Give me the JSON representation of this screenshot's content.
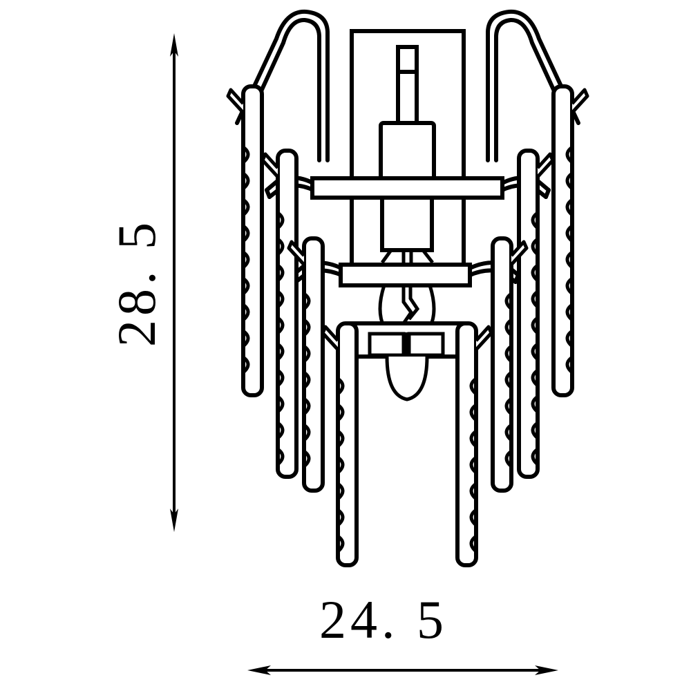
{
  "drawing": {
    "title": "Wall sconce dimensional line drawing",
    "subject": "tiered-crystal-wall-sconce",
    "stroke_color": "#000000",
    "fill_color": "#ffffff",
    "background_color": "#ffffff"
  },
  "dimensions": {
    "height": {
      "value": "28. 5",
      "orientation": "vertical",
      "arrow_name": "height-dimension-arrow"
    },
    "width": {
      "value": "24. 5",
      "orientation": "horizontal",
      "arrow_name": "width-dimension-arrow"
    }
  },
  "parts": {
    "backplate": "backplate-rectangle",
    "finial": "top-finial-stem",
    "socket": "socket-housing",
    "tier1": "upper-tier-shelf",
    "tier2": "middle-tier-shelf",
    "tier3": "lower-tier-shelf",
    "bulb": "bulb-outline",
    "prisms": "crystal-prism-strands",
    "arcs": "crystal-swag-arcs"
  }
}
